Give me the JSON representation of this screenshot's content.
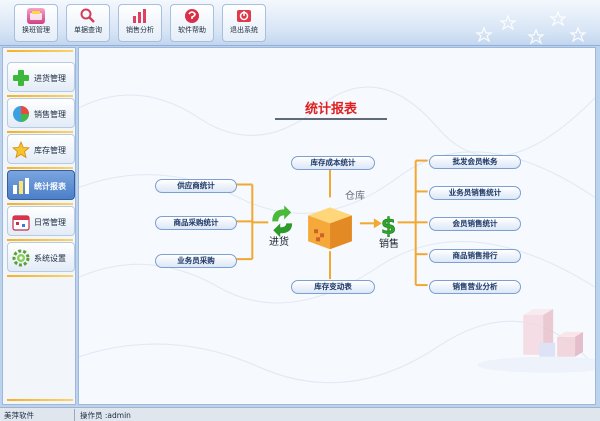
{
  "toolbar": {
    "buttons": [
      {
        "label": "换班管理",
        "icon": "shift-change-icon"
      },
      {
        "label": "单据查询",
        "icon": "document-search-icon"
      },
      {
        "label": "销售分析",
        "icon": "sales-analysis-icon"
      },
      {
        "label": "软件帮助",
        "icon": "help-icon"
      },
      {
        "label": "退出系统",
        "icon": "exit-icon"
      }
    ]
  },
  "sidebar": {
    "items": [
      {
        "label": "进货管理",
        "icon": "plus-icon"
      },
      {
        "label": "销售管理",
        "icon": "pie-icon"
      },
      {
        "label": "库存管理",
        "icon": "star-icon"
      },
      {
        "label": "统计报表",
        "icon": "bar-chart-icon",
        "active": true
      },
      {
        "label": "日常管理",
        "icon": "calendar-icon"
      },
      {
        "label": "系统设置",
        "icon": "gear-icon"
      }
    ]
  },
  "main": {
    "title": "统计报表",
    "left_items": [
      "供应商统计",
      "商品采购统计",
      "业务员采购"
    ],
    "top_item": "库存成本统计",
    "bottom_item": "库存变动表",
    "right_items": [
      "批发会员帐务",
      "业务员销售统计",
      "会员销售统计",
      "商品销售排行",
      "销售营业分析"
    ],
    "labels": {
      "warehouse": "仓库",
      "purchase": "进货",
      "sales": "销售"
    }
  },
  "status": {
    "app": "美萍软件",
    "operator": "操作员 :admin"
  },
  "colors": {
    "accent": "#f4b226",
    "title_red": "#e01f1f",
    "pill_border": "#7d9fd1"
  }
}
